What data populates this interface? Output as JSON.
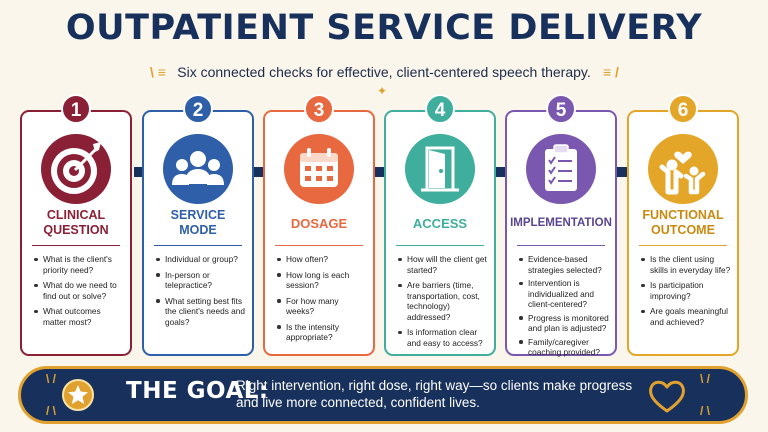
{
  "header": {
    "title": "OUTPATIENT SERVICE DELIVERY",
    "subtitle": "Six connected checks for effective, client-centered speech therapy."
  },
  "colors": {
    "navy": "#17305c",
    "gold": "#e0a12f",
    "maroon": "#8a2035",
    "blue": "#2f5fa8",
    "orange": "#e8683f",
    "teal": "#3fae9c",
    "purple": "#7a58b0",
    "amber": "#e4a628"
  },
  "steps": [
    {
      "number": "1",
      "title_lines": [
        "CLINICAL",
        "QUESTION"
      ],
      "icon": "target-icon",
      "bullets": [
        "What is the client's priority need?",
        "What do we need to find out or solve?",
        "What outcomes matter most?"
      ]
    },
    {
      "number": "2",
      "title_lines": [
        "SERVICE",
        "MODE"
      ],
      "icon": "group-icon",
      "bullets": [
        "Individual or group?",
        "In-person or telepractice?",
        "What setting best fits the client's needs and goals?"
      ]
    },
    {
      "number": "3",
      "title_lines": [
        "DOSAGE"
      ],
      "icon": "calendar-icon",
      "bullets": [
        "How often?",
        "How long is each session?",
        "For how many weeks?",
        "Is the intensity appropriate?"
      ]
    },
    {
      "number": "4",
      "title_lines": [
        "ACCESS"
      ],
      "icon": "door-icon",
      "bullets": [
        "How will the client get started?",
        "Are barriers (time, transportation, cost, technology) addressed?",
        "Is information clear and easy to access?"
      ]
    },
    {
      "number": "5",
      "title_lines": [
        "IMPLEMENTATION"
      ],
      "icon": "clipboard-icon",
      "bullets": [
        "Evidence-based strategies selected?",
        "Intervention is individualized and client-centered?",
        "Progress is monitored and plan is adjusted?",
        "Family/caregiver coaching provided?"
      ]
    },
    {
      "number": "6",
      "title_lines": [
        "FUNCTIONAL",
        "OUTCOME"
      ],
      "icon": "family-icon",
      "bullets": [
        "Is the client using skills in everyday life?",
        "Is participation improving?",
        "Are goals meaningful and achieved?"
      ]
    }
  ],
  "goal": {
    "label": "THE GOAL:",
    "line1": "Right intervention, right dose, right way—so clients make progress",
    "line2": "and live more connected, confident lives."
  }
}
